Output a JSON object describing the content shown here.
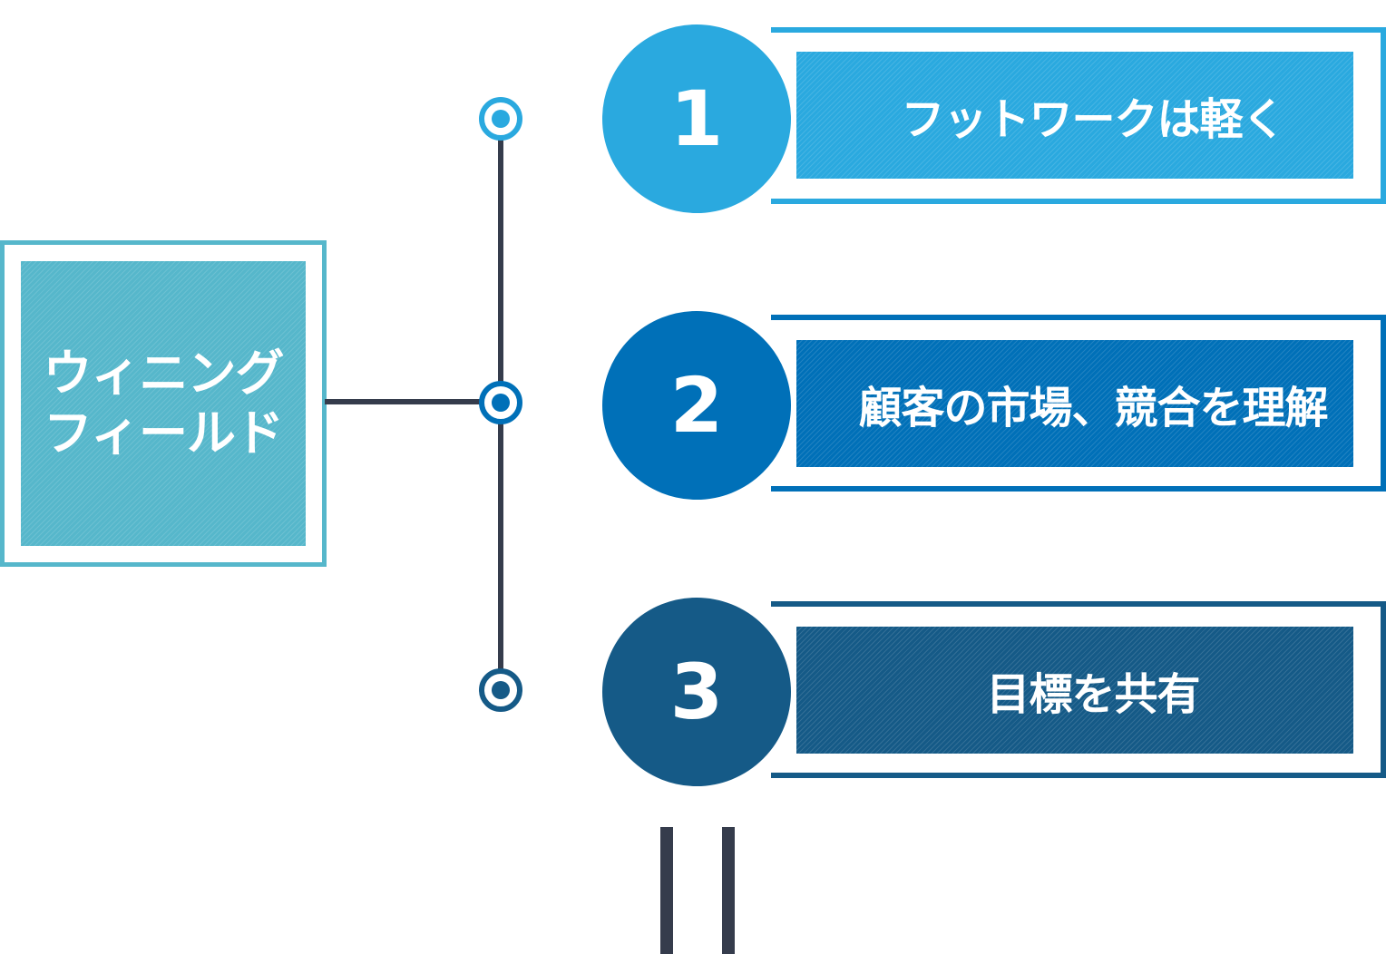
{
  "main": {
    "label": "ウィニング\nフィールド",
    "color": "#56b7cb"
  },
  "connector_color": "#353c4c",
  "items": [
    {
      "number": "1",
      "label": "フットワークは軽く",
      "color": "#2aa9df"
    },
    {
      "number": "2",
      "label": "顧客の市場、競合を理解",
      "color": "#0070b8"
    },
    {
      "number": "3",
      "label": "目標を共有",
      "color": "#155a87"
    }
  ]
}
